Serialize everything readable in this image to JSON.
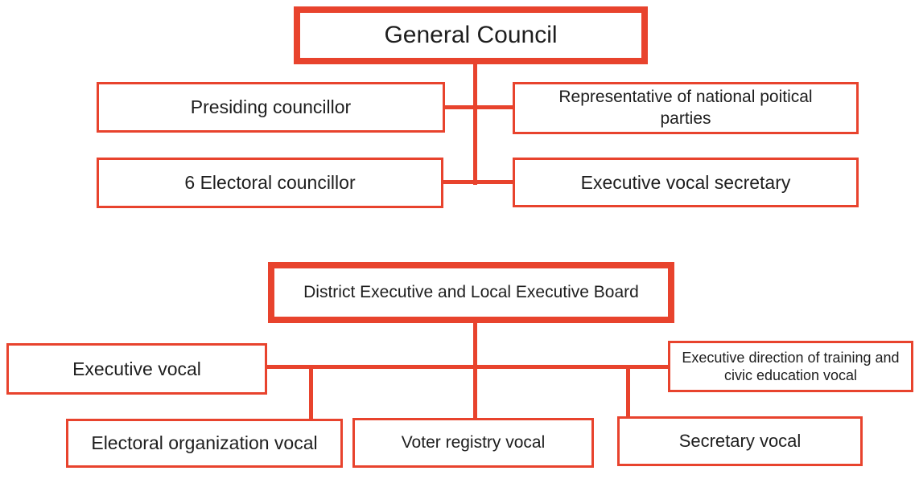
{
  "diagram": {
    "type": "org-chart",
    "accent_color": "#e8432d",
    "text_color": "#1e1e1e",
    "background_color": "#ffffff",
    "nodes": {
      "general_council": {
        "label": "General Council",
        "level": "root",
        "emphasis": "thick-border"
      },
      "presiding_councillor": {
        "label": "Presiding councillor",
        "parent": "general_council"
      },
      "representative_national_parties": {
        "label": "Representative of national poitical parties",
        "parent": "general_council"
      },
      "electoral_councillor": {
        "label": "6 Electoral councillor",
        "parent": "general_council"
      },
      "executive_vocal_secretary": {
        "label": "Executive vocal secretary",
        "parent": "general_council"
      },
      "district_board": {
        "label": "District Executive and Local Executive Board",
        "level": "root",
        "emphasis": "thick-border"
      },
      "executive_vocal": {
        "label": "Executive vocal",
        "parent": "district_board"
      },
      "executive_direction_training": {
        "label": "Executive direction of training and civic education vocal",
        "parent": "district_board"
      },
      "electoral_organization_vocal": {
        "label": "Electoral organization vocal",
        "parent": "district_board"
      },
      "voter_registry_vocal": {
        "label": "Voter registry vocal",
        "parent": "district_board"
      },
      "secretary_vocal": {
        "label": "Secretary vocal",
        "parent": "district_board"
      }
    }
  }
}
